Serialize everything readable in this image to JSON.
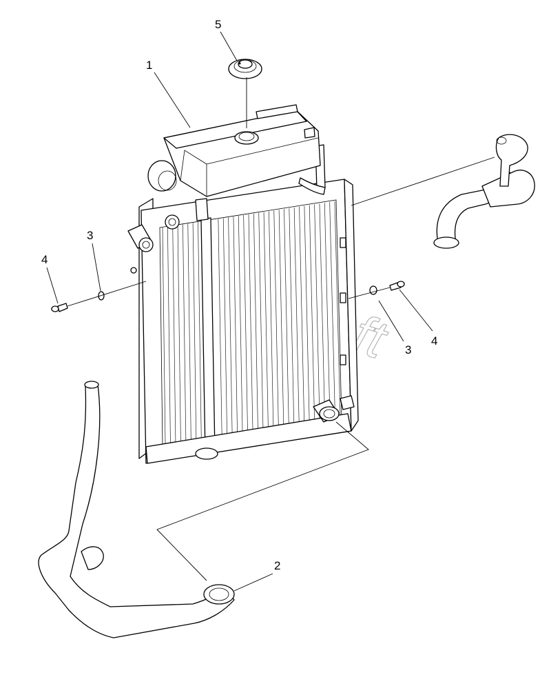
{
  "diagram": {
    "callouts": [
      {
        "id": "c1",
        "label": "1"
      },
      {
        "id": "c2",
        "label": "2"
      },
      {
        "id": "c3a",
        "label": "3"
      },
      {
        "id": "c3b",
        "label": "3"
      },
      {
        "id": "c4a",
        "label": "4"
      },
      {
        "id": "c4b",
        "label": "4"
      },
      {
        "id": "c5",
        "label": "5"
      }
    ],
    "watermark": "AutoSoft"
  }
}
